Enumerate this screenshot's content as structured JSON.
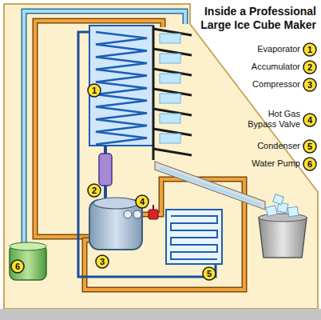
{
  "diagram": {
    "title": "Inside a Professional Large Ice Cube Maker",
    "nodes": [
      {
        "text": [
          "1"
        ]
      },
      {
        "text": [
          "2"
        ]
      },
      {
        "text": [
          "3"
        ]
      },
      {
        "text": [
          "4"
        ]
      },
      {
        "text": [
          "5"
        ]
      },
      {
        "text": [
          "6"
        ]
      },
      {
        "text": [
          "1"
        ]
      },
      {
        "text": [
          "2"
        ]
      },
      {
        "text": [
          "3"
        ]
      },
      {
        "text": [
          "4"
        ]
      },
      {
        "text": [
          "5"
        ]
      },
      {
        "text": [
          "6"
        ]
      }
    ],
    "labels": [
      "Evaporator",
      "Accumulator",
      "Compressor",
      "Hot Gas Bypass Valve",
      "Condenser",
      "Water Pump"
    ]
  }
}
